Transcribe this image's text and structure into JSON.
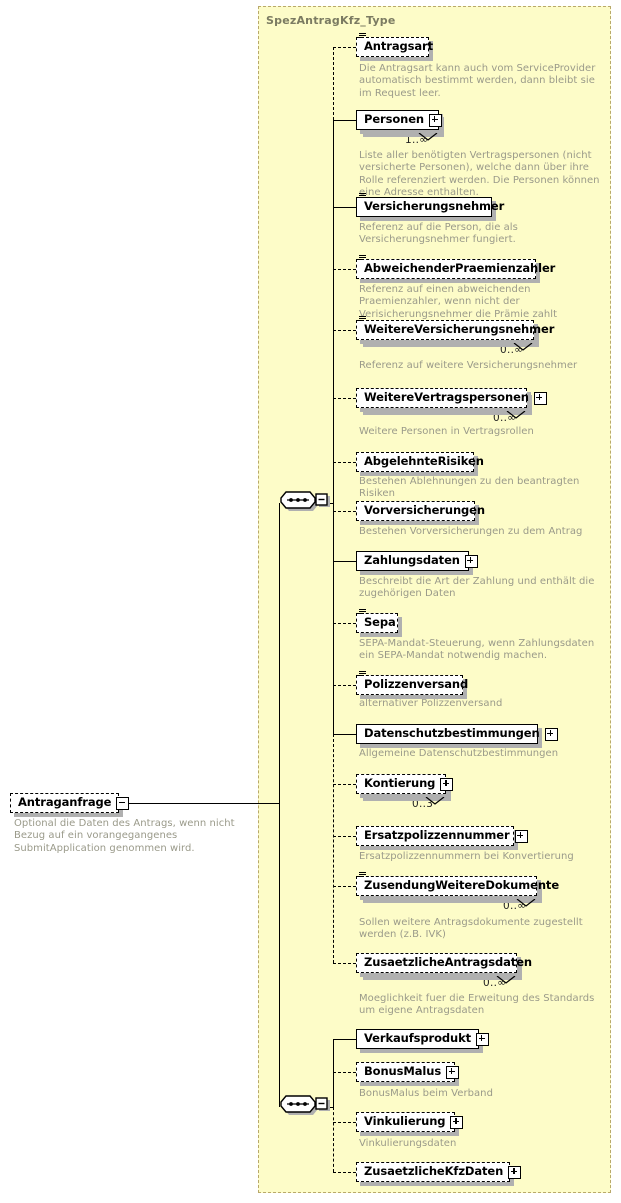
{
  "diagram": {
    "type_container_title": "SpezAntragKfz_Type",
    "root": {
      "name": "Antraganfrage",
      "doc": "Optional die Daten des Antrags, wenn nicht Bezug auf ein vorangegangenes SubmitApplication genommen wird.",
      "toggle": "minus",
      "style": "dashed"
    },
    "compositor_1": {
      "icon": "sequence-icon",
      "toggle": "minus"
    },
    "compositor_2": {
      "icon": "sequence-icon",
      "toggle": "minus"
    },
    "nodes": [
      {
        "name": "Antragsart",
        "style": "dashed",
        "toggle": "none",
        "attr": true,
        "occurs": "",
        "doc": "Die Antragsart kann auch vom ServiceProvider automatisch bestimmt werden, dann bleibt sie im Request leer."
      },
      {
        "name": "Personen",
        "style": "solid",
        "toggle": "plus",
        "attr": false,
        "occurs": "1..∞",
        "doc": "Liste aller benötigten Vertragspersonen (nicht versicherte Personen), welche dann über ihre Rolle referenziert werden. Die Personen können eine Adresse enthalten."
      },
      {
        "name": "Versicherungsnehmer",
        "style": "solid",
        "toggle": "none",
        "attr": true,
        "occurs": "",
        "doc": "Referenz auf die Person, die als Versicherungsnehmer fungiert."
      },
      {
        "name": "AbweichenderPraemienzahler",
        "style": "dashed",
        "toggle": "none",
        "attr": true,
        "occurs": "",
        "doc": "Referenz auf einen abweichenden Praemienzahler, wenn nicht der Verisicherungsnehmer die Prämie zahlt"
      },
      {
        "name": "WeitereVersicherungsnehmer",
        "style": "dashed",
        "toggle": "none",
        "attr": true,
        "occurs": "0..∞",
        "doc": "Referenz auf weitere Versicherungsnehmer"
      },
      {
        "name": "WeitereVertragspersonen",
        "style": "dashed",
        "toggle": "plus",
        "attr": false,
        "occurs": "0..∞",
        "doc": "Weitere Personen in Vertragsrollen"
      },
      {
        "name": "AbgelehnteRisiken",
        "style": "dashed",
        "toggle": "none",
        "attr": false,
        "occurs": "",
        "doc": "Bestehen Ablehnungen zu den beantragten Risiken"
      },
      {
        "name": "Vorversicherungen",
        "style": "dashed",
        "toggle": "none",
        "attr": false,
        "occurs": "",
        "doc": "Bestehen Vorversicherungen zu dem Antrag"
      },
      {
        "name": "Zahlungsdaten",
        "style": "solid",
        "toggle": "plus",
        "attr": false,
        "occurs": "",
        "doc": "Beschreibt die Art der Zahlung und enthält die zugehörigen Daten"
      },
      {
        "name": "Sepa",
        "style": "dashed",
        "toggle": "none",
        "attr": true,
        "occurs": "",
        "doc": "SEPA-Mandat-Steuerung, wenn Zahlungsdaten ein SEPA-Mandat notwendig machen."
      },
      {
        "name": "Polizzenversand",
        "style": "dashed",
        "toggle": "none",
        "attr": true,
        "occurs": "",
        "doc": "alternativer Polizzenversand"
      },
      {
        "name": "Datenschutzbestimmungen",
        "style": "solid",
        "toggle": "plus",
        "attr": false,
        "occurs": "",
        "doc": "Allgemeine Datenschutzbestimmungen"
      },
      {
        "name": "Kontierung",
        "style": "dashed",
        "toggle": "plus",
        "attr": false,
        "occurs": "0..3",
        "doc": ""
      },
      {
        "name": "Ersatzpolizzennummer",
        "style": "dashed",
        "toggle": "plus",
        "attr": false,
        "occurs": "",
        "doc": "Ersatzpolizzennummern bei Konvertierung"
      },
      {
        "name": "ZusendungWeitereDokumente",
        "style": "dashed",
        "toggle": "none",
        "attr": true,
        "occurs": "0..∞",
        "doc": "Sollen weitere Antragsdokumente zugestellt werden (z.B. IVK)"
      },
      {
        "name": "ZusaetzlicheAntragsdaten",
        "style": "dashed",
        "toggle": "none",
        "attr": false,
        "occurs": "0..∞",
        "doc": "Moeglichkeit fuer die Erweitung des Standards um eigene Antragsdaten"
      },
      {
        "name": "Verkaufsprodukt",
        "style": "solid",
        "toggle": "plus",
        "attr": false,
        "occurs": "",
        "doc": ""
      },
      {
        "name": "BonusMalus",
        "style": "dashed",
        "toggle": "plus",
        "attr": false,
        "occurs": "",
        "doc": "BonusMalus beim Verband"
      },
      {
        "name": "Vinkulierung",
        "style": "dashed",
        "toggle": "plus",
        "attr": false,
        "occurs": "",
        "doc": "Vinkulierungsdaten"
      },
      {
        "name": "ZusaetzlicheKfzDaten",
        "style": "dashed",
        "toggle": "plus",
        "attr": false,
        "occurs": "",
        "doc": ""
      }
    ]
  },
  "colors": {
    "container_fill": "#fdfcc8",
    "container_border": "#b9a96a",
    "node_fill": "#ffffff",
    "node_border": "#000000",
    "doc_text": "#9a9a8a",
    "title_text": "#7b7b62",
    "shadow": "#b0b0b0"
  }
}
